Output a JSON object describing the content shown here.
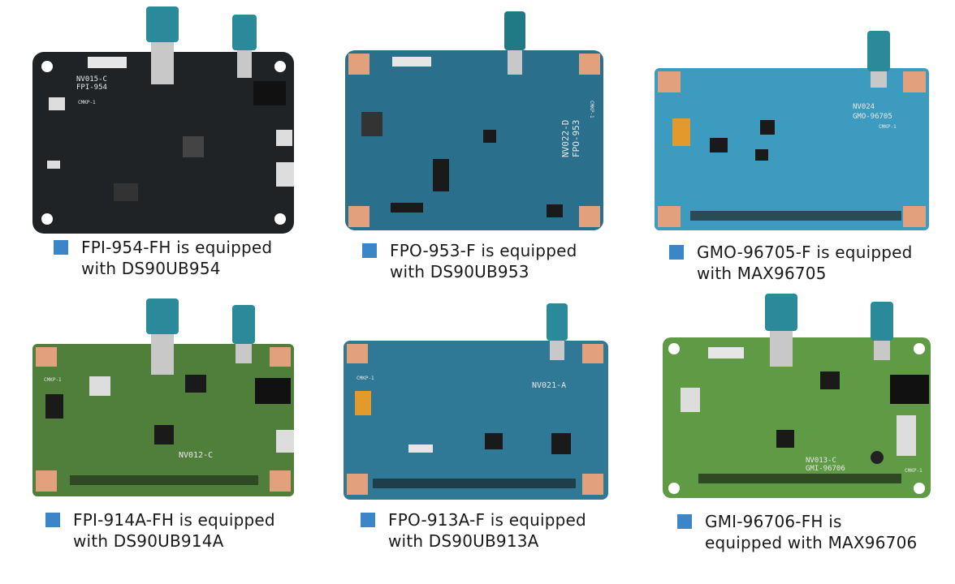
{
  "colors": {
    "bullet": "#3a86c8",
    "black_pcb": "#202326",
    "blue_pcb": "#2a6f8c",
    "light_blue_pcb": "#3d9bc0",
    "green_pcb": "#4f7f3a",
    "light_green_pcb": "#5f9a45",
    "connector_teal": "#2a8a9a",
    "copper_pad": "#e2a07c"
  },
  "boards": [
    {
      "caption_line1": "FPI-954-FH is equipped",
      "caption_line2": "with DS90UB954",
      "silkscreen": [
        "NV015-C",
        "FPI-954",
        "CMKP-1"
      ]
    },
    {
      "caption_line1": "FPO-953-F is equipped",
      "caption_line2": "with DS90UB953",
      "silkscreen": [
        "NV022-D",
        "FPO-953",
        "CMKP-1"
      ]
    },
    {
      "caption_line1": "GMO-96705-F is equipped",
      "caption_line2": "with MAX96705",
      "silkscreen": [
        "NV024",
        "GMO-96705",
        "CMKP-1"
      ]
    },
    {
      "caption_line1": "FPI-914A-FH is equipped",
      "caption_line2": "with DS90UB914A",
      "silkscreen": [
        "NV012-C",
        "CMKP-1"
      ]
    },
    {
      "caption_line1": "FPO-913A-F is equipped",
      "caption_line2": "with DS90UB913A",
      "silkscreen": [
        "NV021-A",
        "CMKP-1"
      ]
    },
    {
      "caption_line1": "GMI-96706-FH is",
      "caption_line2": "equipped with MAX96706",
      "silkscreen": [
        "NV013-C",
        "GMI-96706",
        "CMKP-1"
      ]
    }
  ]
}
